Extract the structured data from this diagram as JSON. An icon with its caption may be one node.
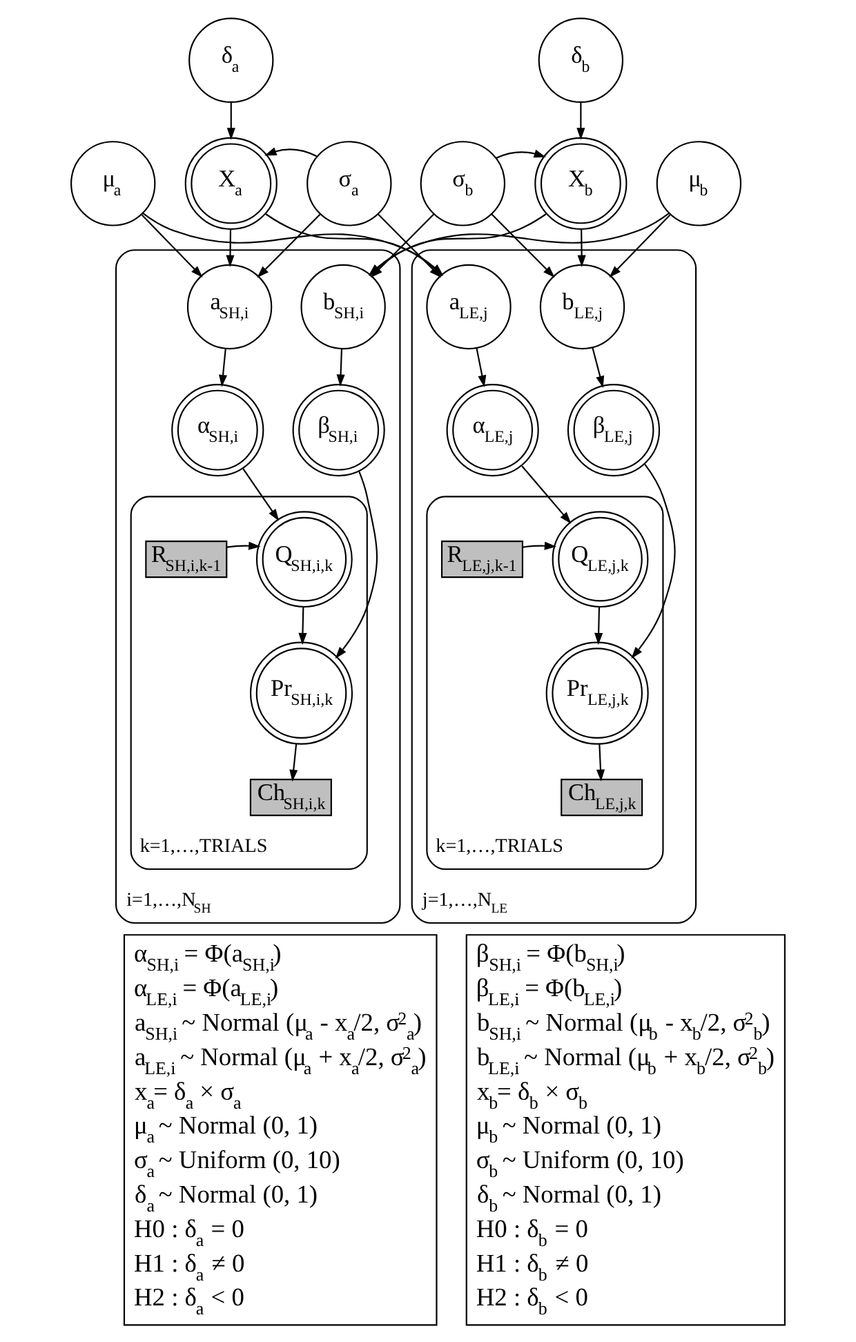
{
  "diagram": {
    "nodes": [
      {
        "text": [
          "δ$_{a}$"
        ]
      },
      {
        "text": [
          "δ$_{b}$"
        ]
      },
      {
        "text": [
          "μ$_{a}$"
        ]
      },
      {
        "text": [
          "X$_{a}$"
        ]
      },
      {
        "text": [
          "σ$_{a}$"
        ]
      },
      {
        "text": [
          "σ$_{b}$"
        ]
      },
      {
        "text": [
          "X$_{b}$"
        ]
      },
      {
        "text": [
          "μ$_{b}$"
        ]
      },
      {
        "text": [
          "i=1,…,N$_{SH}$"
        ]
      },
      {
        "text": [
          "a$_{SH,i}$"
        ],
        "in": 8
      },
      {
        "text": [
          "b$_{SH,i}$"
        ],
        "in": 8
      },
      {
        "text": [
          "α$_{SH,i}$"
        ],
        "in": 8
      },
      {
        "text": [
          "β$_{SH,i}$"
        ],
        "in": 8
      },
      {
        "text": [
          "k=1,…,TRIALS"
        ],
        "in": 8
      },
      {
        "text": [
          "R$_{SH,i,k-1}$"
        ],
        "in": 13
      },
      {
        "text": [
          "Q$_{SH,i,k}$"
        ],
        "in": 13
      },
      {
        "text": [
          "Pr$_{SH,i,k}$"
        ],
        "in": 13
      },
      {
        "text": [
          "Ch$_{SH,i,k}$"
        ],
        "in": 13
      },
      {
        "text": [
          "j=1,…,N$_{LE}$"
        ]
      },
      {
        "text": [
          "a$_{LE,j}$"
        ],
        "in": 18
      },
      {
        "text": [
          "b$_{LE,j}$"
        ],
        "in": 18
      },
      {
        "text": [
          "α$_{LE,j}$"
        ],
        "in": 18
      },
      {
        "text": [
          "β$_{LE,j}$"
        ],
        "in": 18
      },
      {
        "text": [
          "k=1,…,TRIALS"
        ],
        "in": 18
      },
      {
        "text": [
          "R$_{LE,j,k-1}$"
        ],
        "in": 23
      },
      {
        "text": [
          "Q$_{LE,j,k}$"
        ],
        "in": 23
      },
      {
        "text": [
          "Pr$_{LE,j,k}$"
        ],
        "in": 23
      },
      {
        "text": [
          "Ch$_{LE,j,k}$"
        ],
        "in": 23
      },
      {
        "text": [
          "α$_{SH,i}$ = Φ(a$_{SH,i}$)",
          "α$_{LE,i}$ = Φ(a$_{LE,i}$)",
          "a$_{SH,i}$ ~ Normal (μ$_{a}$ - x$_{a}$/2, σ$^{2}$$_{a}$)",
          "a$_{LE,i}$ ~ Normal (μ$_{a}$ + x$_{a}$/2, σ$^{2}$$_{a}$)",
          "x$_{a}$= δ$_{a}$ × σ$_{a}$",
          "μ$_{a}$ ~ Normal (0, 1)",
          "σ$_{a}$ ~ Uniform (0, 10)",
          "δ$_{a}$ ~ Normal (0, 1)",
          "H0 : δ$_{a}$ = 0",
          "H1 : δ$_{a}$ ≠ 0",
          "H2 : δ$_{a}$ < 0"
        ]
      },
      {
        "text": [
          "β$_{SH,i}$ = Φ(b$_{SH,i}$)",
          "β$_{LE,i}$ = Φ(b$_{LE,i}$)",
          "b$_{SH,i}$ ~ Normal (μ$_{b}$ - x$_{b}$/2, σ$^{2}$$_{b}$)",
          "b$_{LE,i}$ ~ Normal (μ$_{b}$ + x$_{b}$/2, σ$^{2}$$_{b}$)",
          "x$_{b}$= δ$_{b}$ × σ$_{b}$",
          "μ$_{b}$ ~ Normal (0, 1)",
          "σ$_{b}$ ~ Uniform (0, 10)",
          "δ$_{b}$ ~ Normal (0, 1)",
          "H0 : δ$_{b}$ = 0",
          "H1 : δ$_{b}$ ≠ 0",
          "H2 : δ$_{b}$ < 0"
        ]
      }
    ],
    "edges": [
      {
        "from": 0,
        "to": 3,
        "arrow": "to"
      },
      {
        "from": 4,
        "to": 3,
        "arrow": "to"
      },
      {
        "from": 1,
        "to": 6,
        "arrow": "to"
      },
      {
        "from": 5,
        "to": 6,
        "arrow": "to"
      },
      {
        "from": 2,
        "to": 9,
        "arrow": "to"
      },
      {
        "from": 3,
        "to": 9,
        "arrow": "to"
      },
      {
        "from": 4,
        "to": 9,
        "arrow": "to"
      },
      {
        "from": 2,
        "to": 19,
        "arrow": "to"
      },
      {
        "from": 3,
        "to": 19,
        "arrow": "to"
      },
      {
        "from": 4,
        "to": 19,
        "arrow": "to"
      },
      {
        "from": 5,
        "to": 10,
        "arrow": "to"
      },
      {
        "from": 6,
        "to": 10,
        "arrow": "to"
      },
      {
        "from": 7,
        "to": 10,
        "arrow": "to"
      },
      {
        "from": 5,
        "to": 20,
        "arrow": "to"
      },
      {
        "from": 6,
        "to": 20,
        "arrow": "to"
      },
      {
        "from": 7,
        "to": 20,
        "arrow": "to"
      },
      {
        "from": 9,
        "to": 11,
        "arrow": "to"
      },
      {
        "from": 10,
        "to": 12,
        "arrow": "to"
      },
      {
        "from": 11,
        "to": 15,
        "arrow": "to"
      },
      {
        "from": 12,
        "to": 16,
        "arrow": "to"
      },
      {
        "from": 14,
        "to": 15,
        "arrow": "to"
      },
      {
        "from": 15,
        "to": 16,
        "arrow": "to"
      },
      {
        "from": 16,
        "to": 17,
        "arrow": "to"
      },
      {
        "from": 19,
        "to": 21,
        "arrow": "to"
      },
      {
        "from": 20,
        "to": 22,
        "arrow": "to"
      },
      {
        "from": 21,
        "to": 25,
        "arrow": "to"
      },
      {
        "from": 22,
        "to": 26,
        "arrow": "to"
      },
      {
        "from": 24,
        "to": 25,
        "arrow": "to"
      },
      {
        "from": 25,
        "to": 26,
        "arrow": "to"
      },
      {
        "from": 26,
        "to": 27,
        "arrow": "to"
      }
    ]
  }
}
